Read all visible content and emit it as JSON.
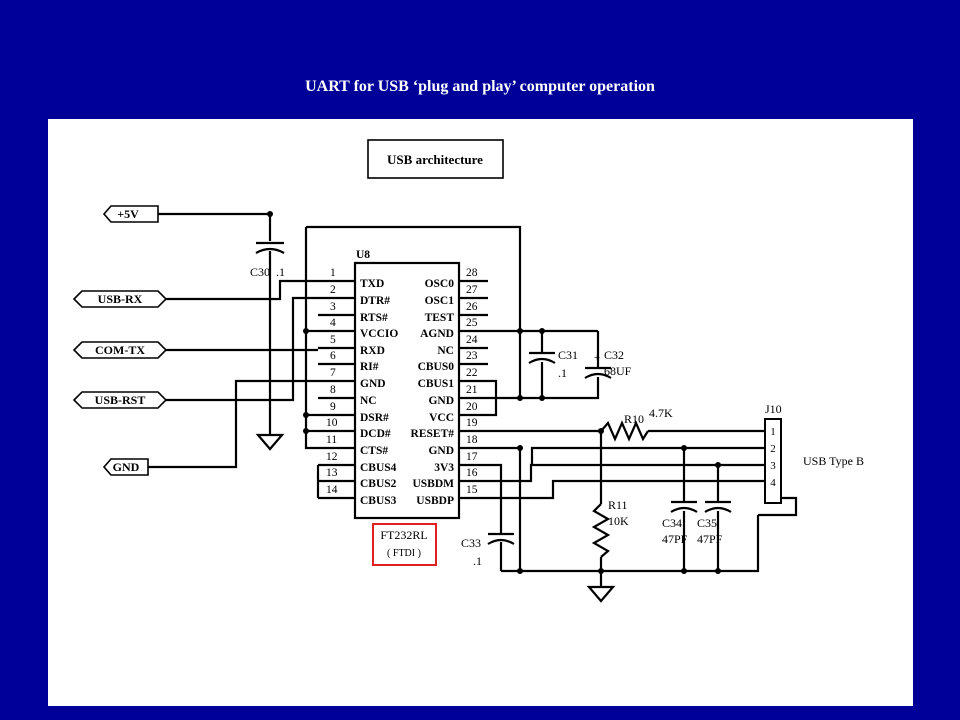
{
  "title": "UART for USB ‘plug and play’ computer operation",
  "diagram": {
    "heading": "USB architecture",
    "connectors": [
      "+5V",
      "USB-RX",
      "COM-TX",
      "USB-RST",
      "GND"
    ],
    "chip": {
      "ref": "U8",
      "part": "FT232RL",
      "maker": "( FTDI )",
      "left_pins": [
        {
          "num": "1",
          "name": "TXD"
        },
        {
          "num": "2",
          "name": "DTR#"
        },
        {
          "num": "3",
          "name": "RTS#"
        },
        {
          "num": "4",
          "name": "VCCIO"
        },
        {
          "num": "5",
          "name": "RXD"
        },
        {
          "num": "6",
          "name": "RI#"
        },
        {
          "num": "7",
          "name": "GND"
        },
        {
          "num": "8",
          "name": "NC"
        },
        {
          "num": "9",
          "name": "DSR#"
        },
        {
          "num": "10",
          "name": "DCD#"
        },
        {
          "num": "11",
          "name": "CTS#"
        },
        {
          "num": "12",
          "name": "CBUS4"
        },
        {
          "num": "13",
          "name": "CBUS2"
        },
        {
          "num": "14",
          "name": "CBUS3"
        }
      ],
      "right_pins": [
        {
          "num": "28",
          "name": "OSC0"
        },
        {
          "num": "27",
          "name": "OSC1"
        },
        {
          "num": "26",
          "name": "TEST"
        },
        {
          "num": "25",
          "name": "AGND"
        },
        {
          "num": "24",
          "name": "NC"
        },
        {
          "num": "23",
          "name": "CBUS0"
        },
        {
          "num": "22",
          "name": "CBUS1"
        },
        {
          "num": "21",
          "name": "GND"
        },
        {
          "num": "20",
          "name": "VCC"
        },
        {
          "num": "19",
          "name": "RESET#"
        },
        {
          "num": "18",
          "name": "GND"
        },
        {
          "num": "17",
          "name": "3V3"
        },
        {
          "num": "16",
          "name": "USBDM"
        },
        {
          "num": "15",
          "name": "USBDP"
        }
      ]
    },
    "components": {
      "c30": {
        "ref": "C30",
        "value": ".1"
      },
      "c31": {
        "ref": "C31",
        "value": ".1"
      },
      "c32": {
        "ref": "C32",
        "value": "68UF",
        "polarity": "+"
      },
      "c33": {
        "ref": "C33",
        "value": ".1"
      },
      "c34": {
        "ref": "C34",
        "value": "47PF"
      },
      "c35": {
        "ref": "C35",
        "value": "47PF"
      },
      "r10": {
        "ref": "R10",
        "value": "4.7K"
      },
      "r11": {
        "ref": "R11",
        "value": "10K"
      }
    },
    "j10": {
      "ref": "J10",
      "pins": [
        "1",
        "2",
        "3",
        "4"
      ],
      "label": "USB Type B"
    }
  }
}
